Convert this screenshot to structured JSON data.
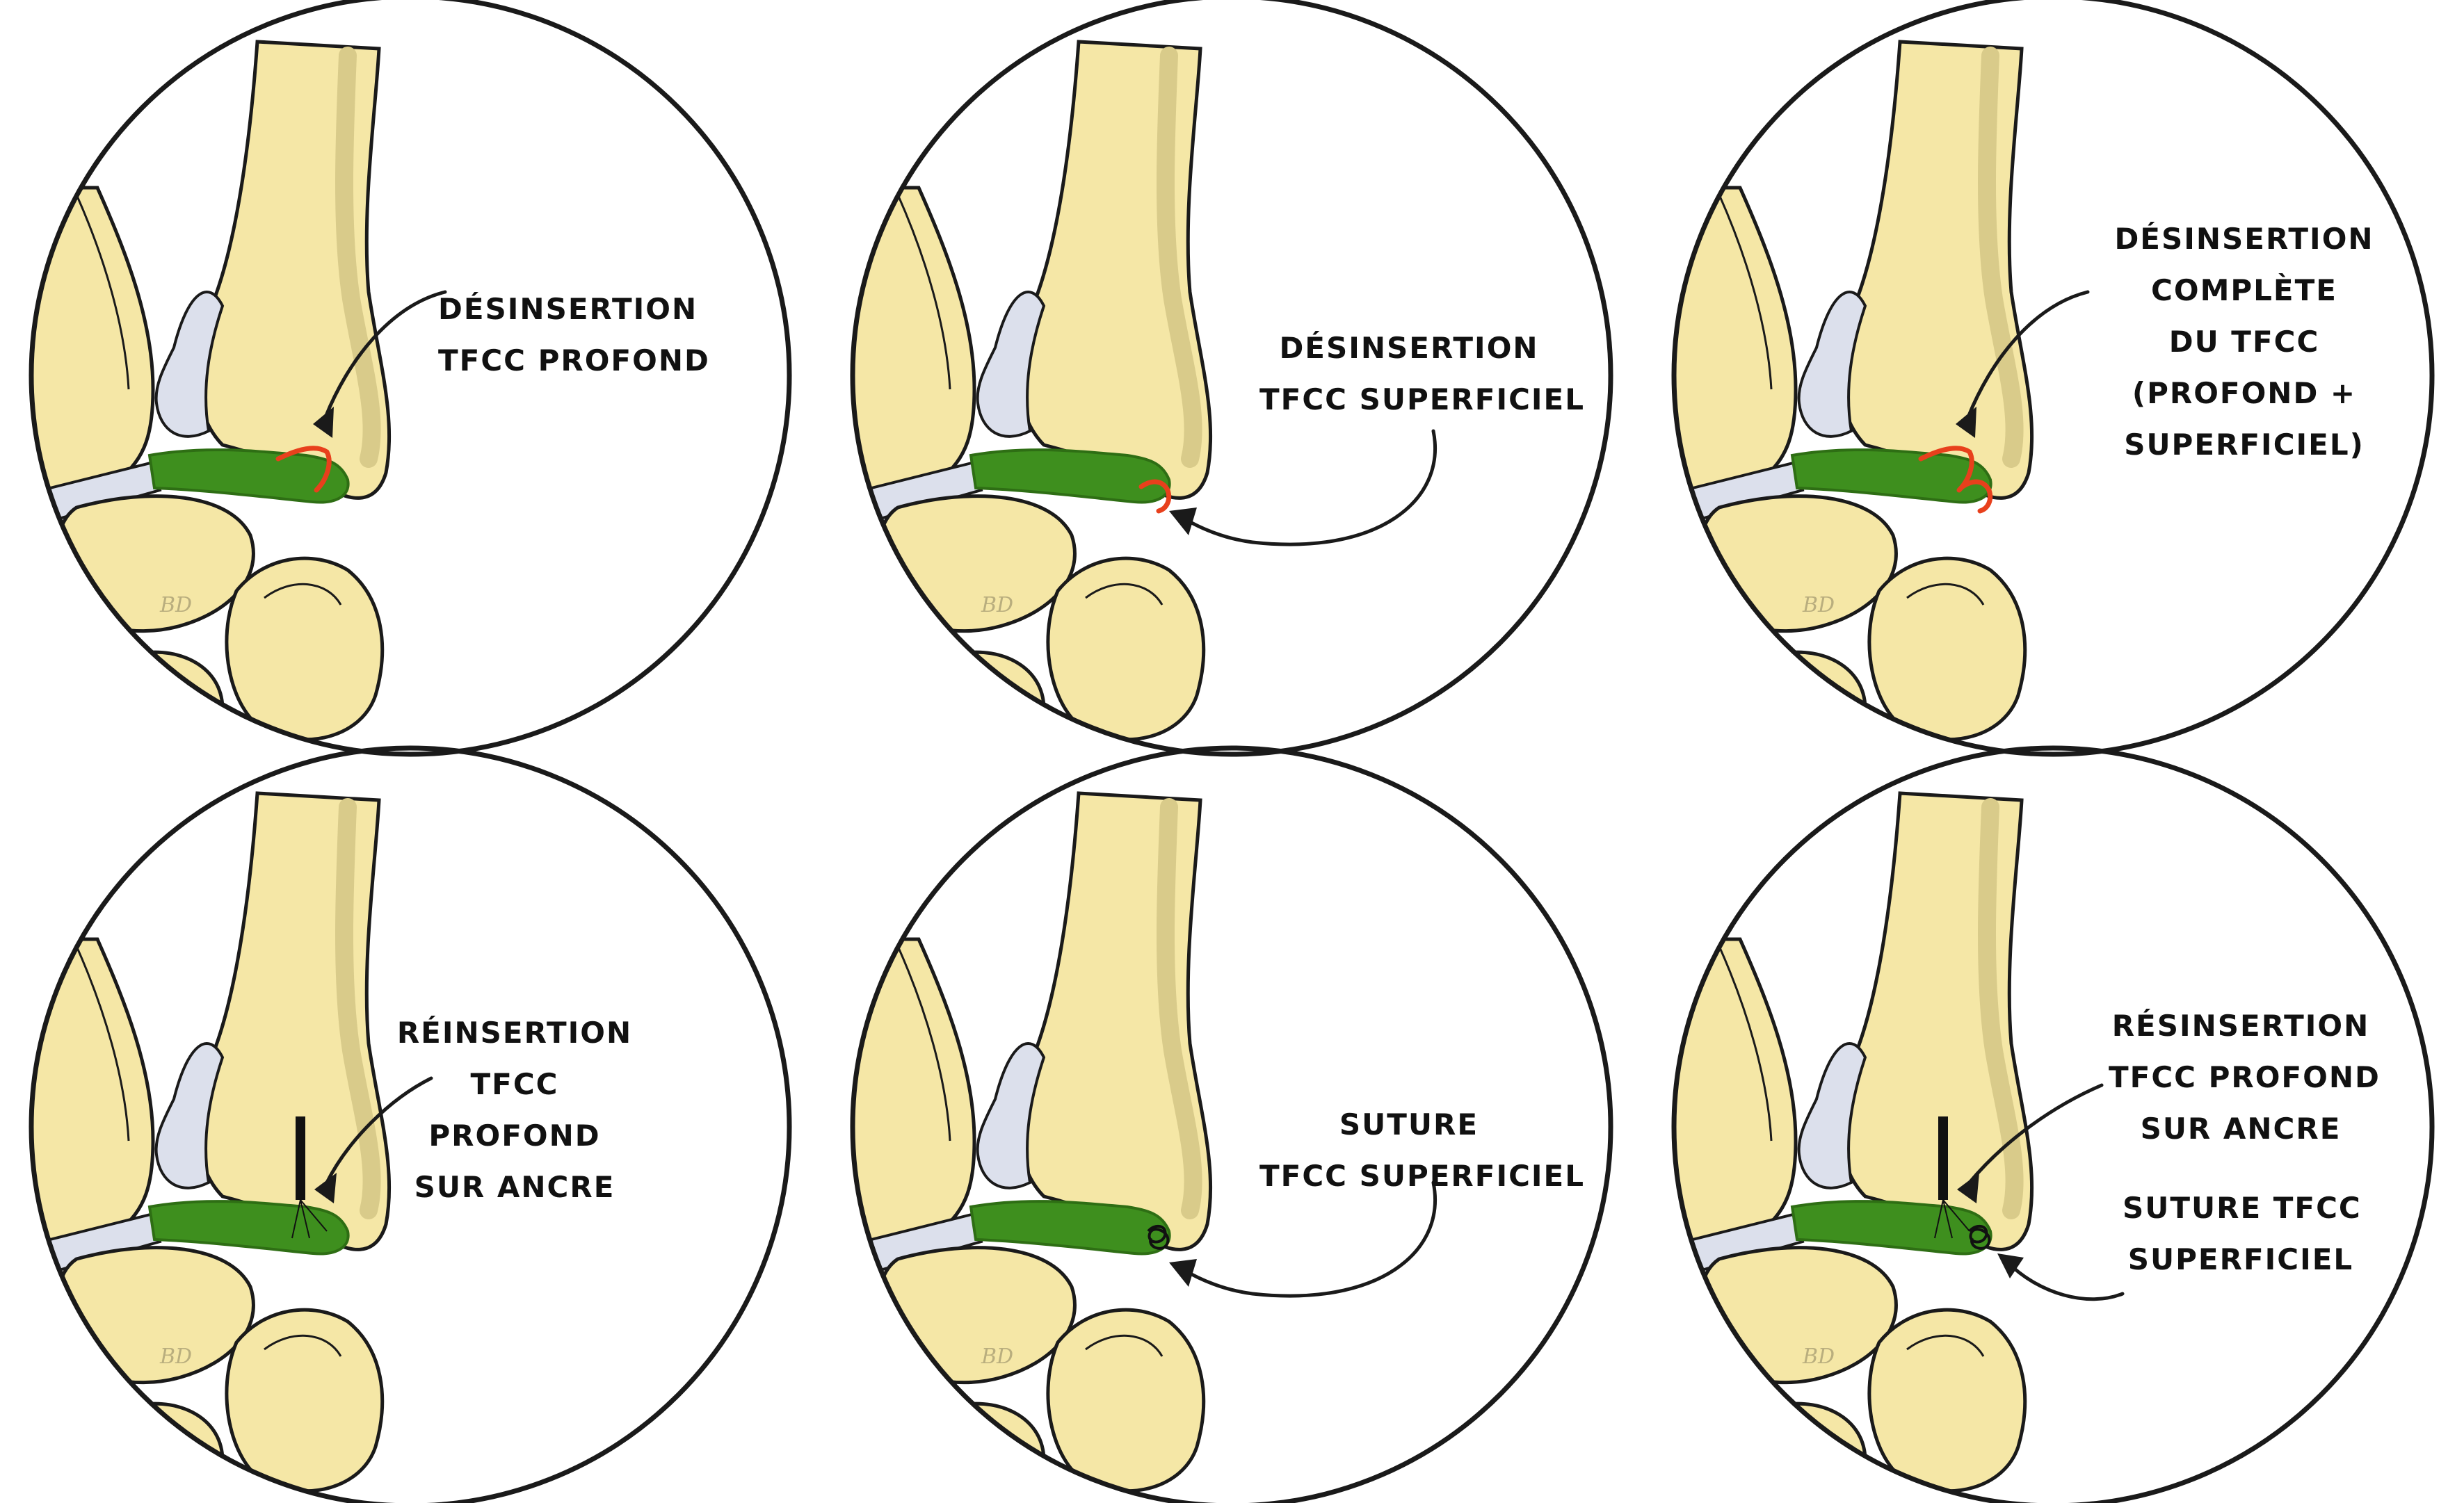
{
  "colors": {
    "bone": "#F5E7A6",
    "bone_shadow": "#D9CB8A",
    "cartilage": "#DCE0EC",
    "ligament": "#3E8F1E",
    "ligament_dark": "#2E6E14",
    "tear": "#E8401C",
    "outline": "#1A1A1A",
    "anchor": "#111111"
  },
  "signature": "BD",
  "panels": [
    {
      "id": "p1",
      "variant": "deep-tear",
      "label_lines": [
        "DÉSINSERTION",
        "TFCC PROFOND"
      ]
    },
    {
      "id": "p2",
      "variant": "superficial-tear",
      "label_lines": [
        "DÉSINSERTION",
        "TFCC SUPERFICIEL"
      ]
    },
    {
      "id": "p3",
      "variant": "complete-tear",
      "label_lines": [
        "DÉSINSERTION",
        "COMPLÈTE",
        "DU TFCC",
        "(PROFOND +",
        "SUPERFICIEL)"
      ]
    },
    {
      "id": "p4",
      "variant": "deep-repair",
      "label_lines": [
        "RÉINSERTION",
        "TFCC",
        "PROFOND",
        "SUR ANCRE"
      ]
    },
    {
      "id": "p5",
      "variant": "superficial-repair",
      "label_lines": [
        "SUTURE",
        "TFCC SUPERFICIEL"
      ]
    },
    {
      "id": "p6",
      "variant": "complete-repair",
      "label_lines": [
        "RÉSINSERTION",
        "TFCC PROFOND",
        "SUR ANCRE"
      ],
      "label2_lines": [
        "SUTURE TFCC",
        "SUPERFICIEL"
      ]
    }
  ]
}
